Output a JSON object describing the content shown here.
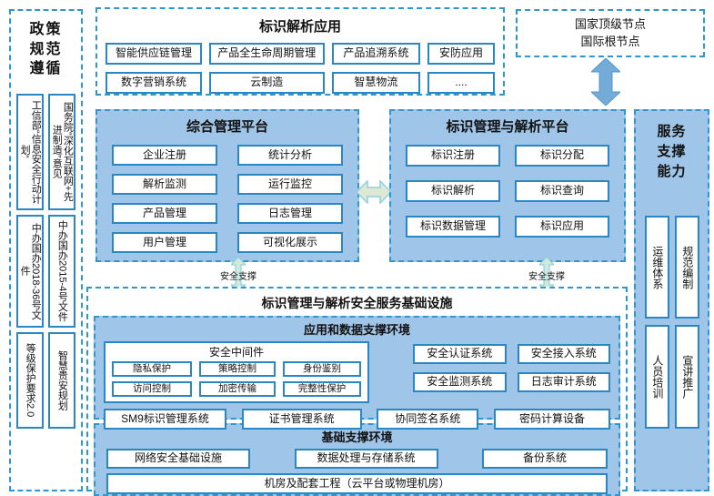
{
  "colors": {
    "accent_border": "#2e97cf",
    "panel_fill": "#9fc5e8",
    "box_border": "#2b86c4",
    "arrow_blue": "#73abd9",
    "arrow_green": "#dde9d4",
    "arrow_cyan": "#cfe9dc"
  },
  "left_panel": {
    "title": "政策规范遵循",
    "items": [
      "工信部“信息安全行动计划”",
      "国务院“深化互联网+先进制造”意见",
      "中办国办2018-36号文件",
      "中办国办2015-4号文件",
      "等级保护要求2.0",
      "智慧贵安规划"
    ]
  },
  "top_app": {
    "title": "标识解析应用",
    "row1": [
      "智能供应链管理",
      "产品全生命周期管理",
      "产品追溯系统",
      "安防应用"
    ],
    "row2": [
      "数字营销系统",
      "云制造",
      "智慧物流",
      "...."
    ]
  },
  "top_node": {
    "line1": "国家顶级节点",
    "line2": "国际根节点"
  },
  "platforms": {
    "management": {
      "title": "综合管理平台",
      "col_left": [
        "企业注册",
        "解析监测",
        "产品管理",
        "用户管理"
      ],
      "col_right": [
        "统计分析",
        "运行监控",
        "日志管理",
        "可视化展示"
      ]
    },
    "identifier": {
      "title": "标识管理与解析平台",
      "col_left": [
        "标识注册",
        "标识解析",
        "标识数据管理"
      ],
      "col_right": [
        "标识分配",
        "标识查询",
        "标识应用"
      ]
    }
  },
  "support": {
    "left_label": "安全支撑",
    "right_label": "安全支撑"
  },
  "bottom": {
    "title": "标识管理与解析安全服务基础设施",
    "app_env": {
      "title": "应用和数据支撑环境",
      "middleware": {
        "title": "安全中间件",
        "row1": [
          "隐私保护",
          "策略控制",
          "身份鉴别"
        ],
        "row2": [
          "访问控制",
          "加密传输",
          "完整性保护"
        ]
      },
      "systems": [
        "安全认证系统",
        "安全接入系统",
        "安全监测系统",
        "日志审计系统"
      ],
      "bottom_row": [
        "SM9标识管理系统",
        "证书管理系统",
        "协同签名系统",
        "密码计算设备"
      ]
    },
    "base_env": {
      "title": "基础支撑环境",
      "row": [
        "网络安全基础设施",
        "数据处理与存储系统",
        "备份系统"
      ],
      "full": "机房及配套工程（云平台或物理机房）"
    }
  },
  "right_panel": {
    "title": "服务支撑能力",
    "items": [
      "运维体系",
      "规范编制",
      "人员培训",
      "宣讲推广"
    ]
  }
}
